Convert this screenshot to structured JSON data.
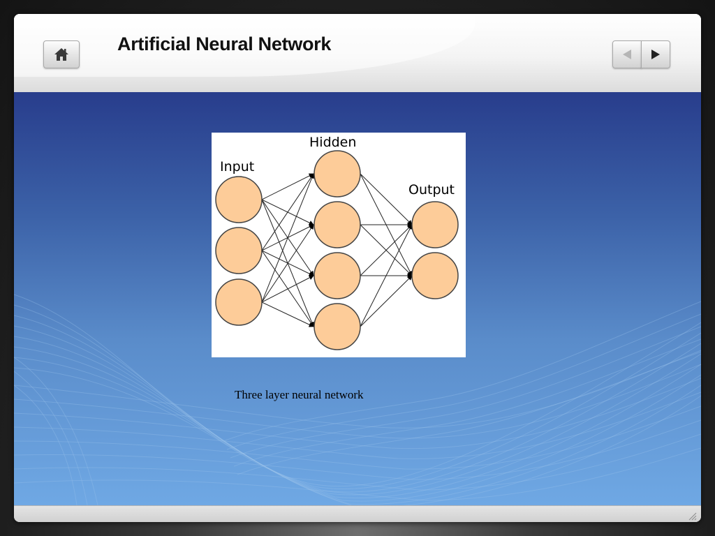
{
  "slide": {
    "title": "Artificial Neural Network",
    "caption": "Three layer neural network"
  },
  "navigation": {
    "home_icon": "home-icon",
    "prev_icon": "triangle-left-icon",
    "next_icon": "triangle-right-icon"
  },
  "diagram": {
    "layers": [
      {
        "label": "Input",
        "nodes": 3
      },
      {
        "label": "Hidden",
        "nodes": 4
      },
      {
        "label": "Output",
        "nodes": 2
      }
    ],
    "node_color": "#fdcc99"
  },
  "colors": {
    "content_top": "#283d8c",
    "content_bottom": "#6fa8e4"
  }
}
